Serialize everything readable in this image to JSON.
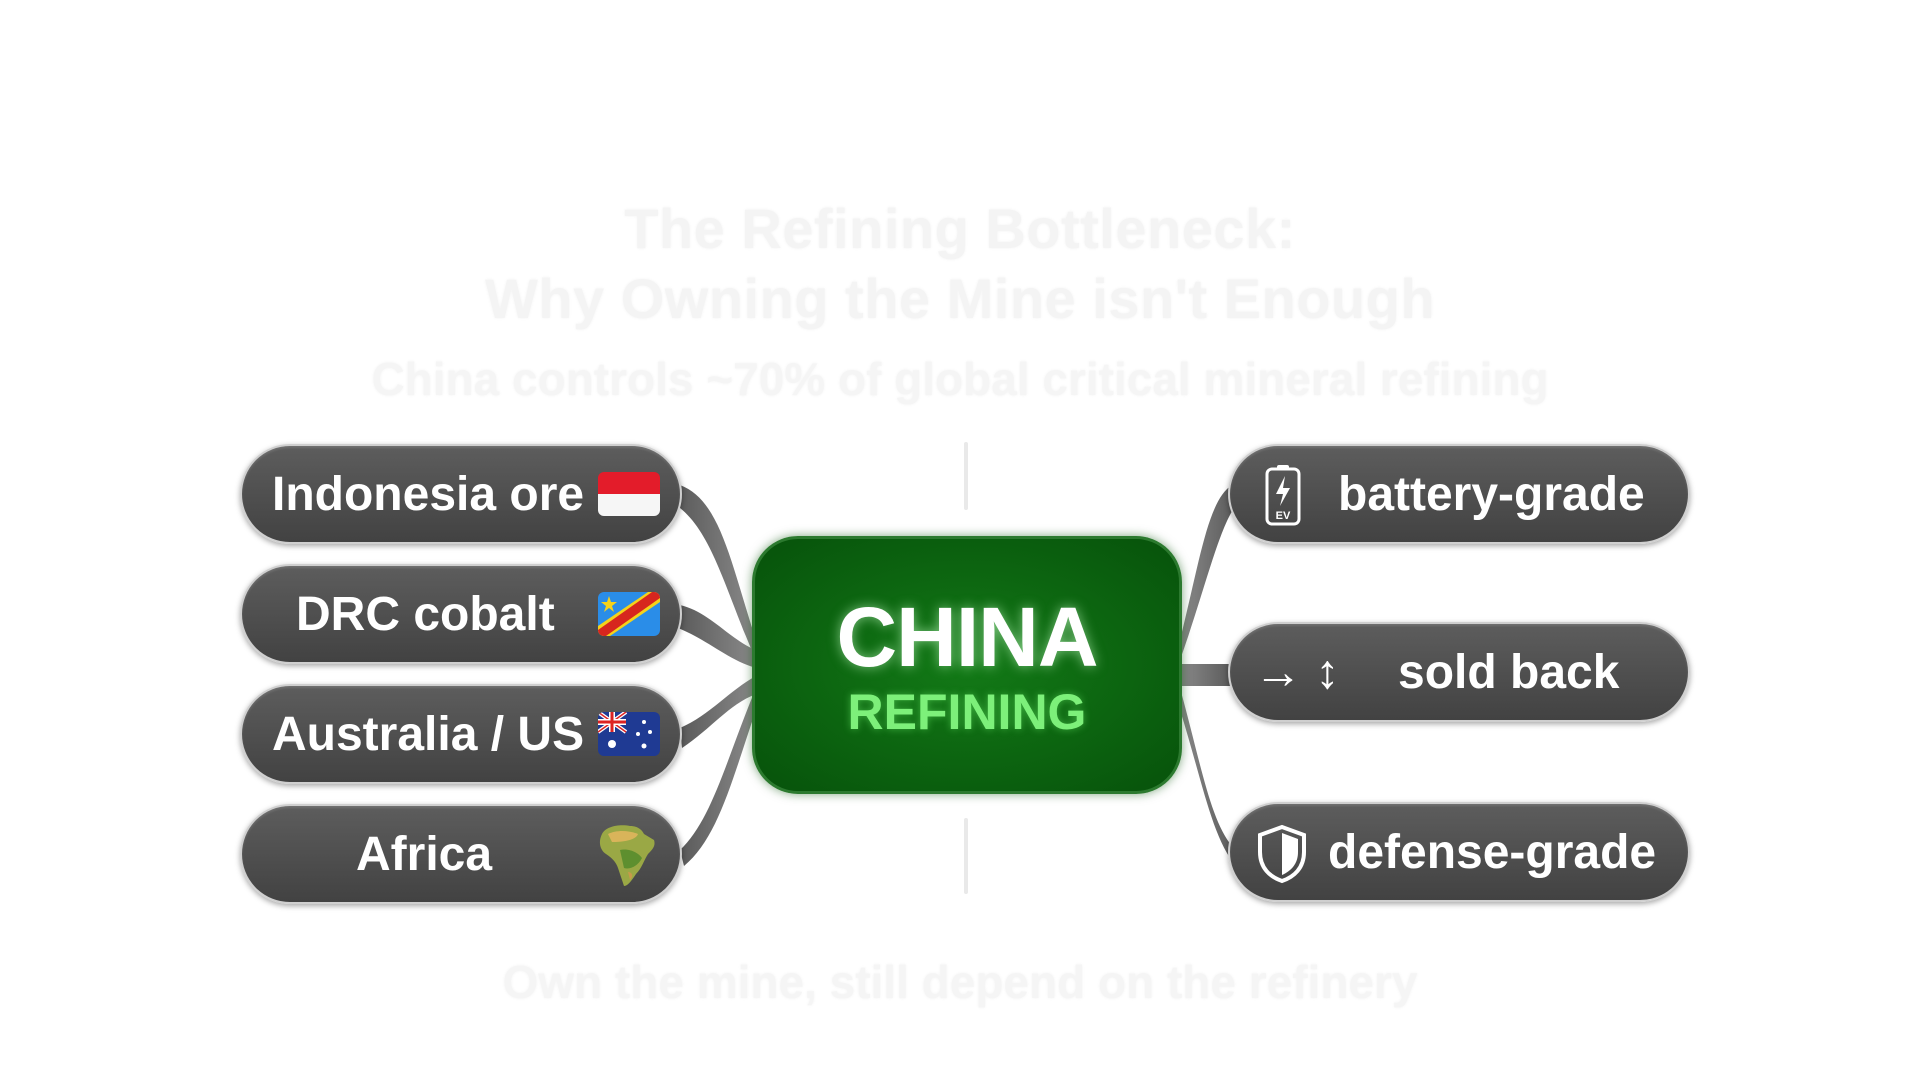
{
  "title": {
    "line1": "The Refining Bottleneck:",
    "line2": "Why Owning the Mine isn't Enough"
  },
  "subtitle": "China controls ~70% of global critical mineral refining",
  "center": {
    "title": "CHINA",
    "subtitle": "REFINING",
    "color": "#0a5e0e",
    "accent": "#7df07a"
  },
  "sources": [
    {
      "label": "Indonesia ore",
      "icon": "indonesia-flag-icon"
    },
    {
      "label": "DRC cobalt",
      "icon": "drc-flag-icon"
    },
    {
      "label": "Australia / US",
      "icon": "australia-flag-icon"
    },
    {
      "label": "Africa",
      "icon": "africa-map-icon"
    }
  ],
  "outputs": [
    {
      "label": "battery-grade",
      "icon": "ev-battery-icon"
    },
    {
      "label": "sold back",
      "prefix": "→ ↕",
      "icon": "arrow-right-icon"
    },
    {
      "label": "defense-grade",
      "icon": "shield-icon"
    }
  ],
  "footer": "Own the mine, still depend on the refinery",
  "colors": {
    "pill": "#4d4d4d",
    "pill_border": "#cfcfcf",
    "connector": "#6e6e6e"
  }
}
